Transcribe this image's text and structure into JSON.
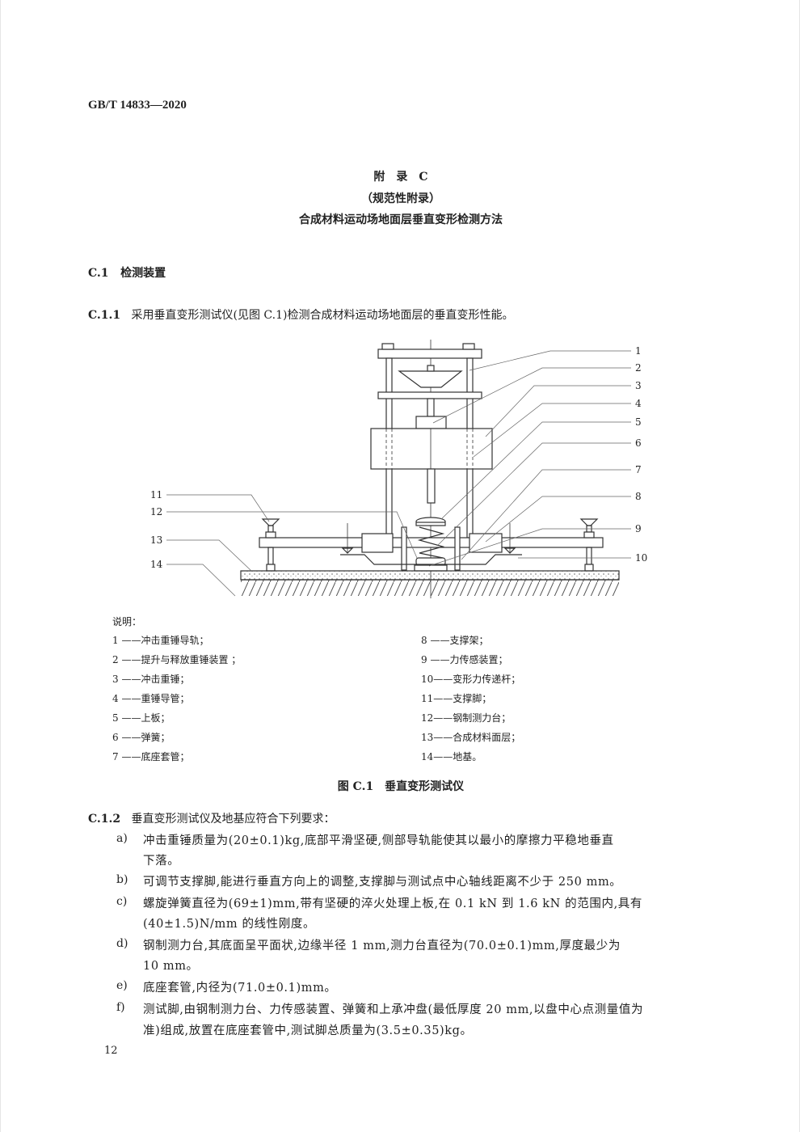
{
  "header": {
    "standard_no": "GB/T 14833—2020"
  },
  "appendix": {
    "title": "附　录　C",
    "subtitle": "（规范性附录）",
    "name": "合成材料运动场地面层垂直变形检测方法"
  },
  "section_c1": {
    "num": "C.1",
    "title": "检测装置"
  },
  "clause_c11": {
    "num": "C.1.1",
    "text": "采用垂直变形测试仪(见图 C.1)检测合成材料运动场地面层的垂直变形性能。"
  },
  "figure": {
    "callouts_right": [
      "1",
      "2",
      "3",
      "4",
      "5",
      "6",
      "7",
      "8",
      "9",
      "10"
    ],
    "callouts_left": [
      "11",
      "12",
      "13",
      "14"
    ],
    "caption": "图 C.1　垂直变形测试仪"
  },
  "legend": {
    "title": "说明：",
    "left": [
      "1 ——冲击重锤导轨；",
      "2 ——提升与释放重锤装置 ；",
      "3 ——冲击重锤；",
      "4 ——重锤导管；",
      "5 ——上板；",
      "6 ——弹簧；",
      "7 ——底座套管；"
    ],
    "right": [
      "8 ——支撑架；",
      "9 ——力传感装置；",
      "10——变形力传递杆；",
      "11——支撑脚；",
      "12——钢制测力台；",
      "13——合成材料面层；",
      "14——地基。"
    ]
  },
  "clause_c12": {
    "num": "C.1.2",
    "text": "垂直变形测试仪及地基应符合下列要求："
  },
  "items": [
    {
      "label": "a)",
      "lines": [
        "冲击重锤质量为(20±0.1)kg,底部平滑坚硬,侧部导轨能使其以最小的摩擦力平稳地垂直",
        "下落。"
      ]
    },
    {
      "label": "b)",
      "lines": [
        "可调节支撑脚,能进行垂直方向上的调整,支撑脚与测试点中心轴线距离不少于 250 mm。"
      ]
    },
    {
      "label": "c)",
      "lines": [
        "螺旋弹簧直径为(69±1)mm,带有坚硬的淬火处理上板,在 0.1 kN 到 1.6 kN 的范围内,具有",
        "(40±1.5)N/mm 的线性刚度。"
      ]
    },
    {
      "label": "d)",
      "lines": [
        "钢制测力台,其底面呈平面状,边缘半径 1 mm,测力台直径为(70.0±0.1)mm,厚度最少为",
        "10 mm。"
      ]
    },
    {
      "label": "e)",
      "lines": [
        "底座套管,内径为(71.0±0.1)mm。"
      ]
    },
    {
      "label": "f)",
      "lines": [
        "测试脚,由钢制测力台、力传感装置、弹簧和上承冲盘(最低厚度 20 mm,以盘中心点测量值为",
        "准)组成,放置在底座套管中,测试脚总质量为(3.5±0.35)kg。"
      ]
    }
  ],
  "page_number": "12"
}
